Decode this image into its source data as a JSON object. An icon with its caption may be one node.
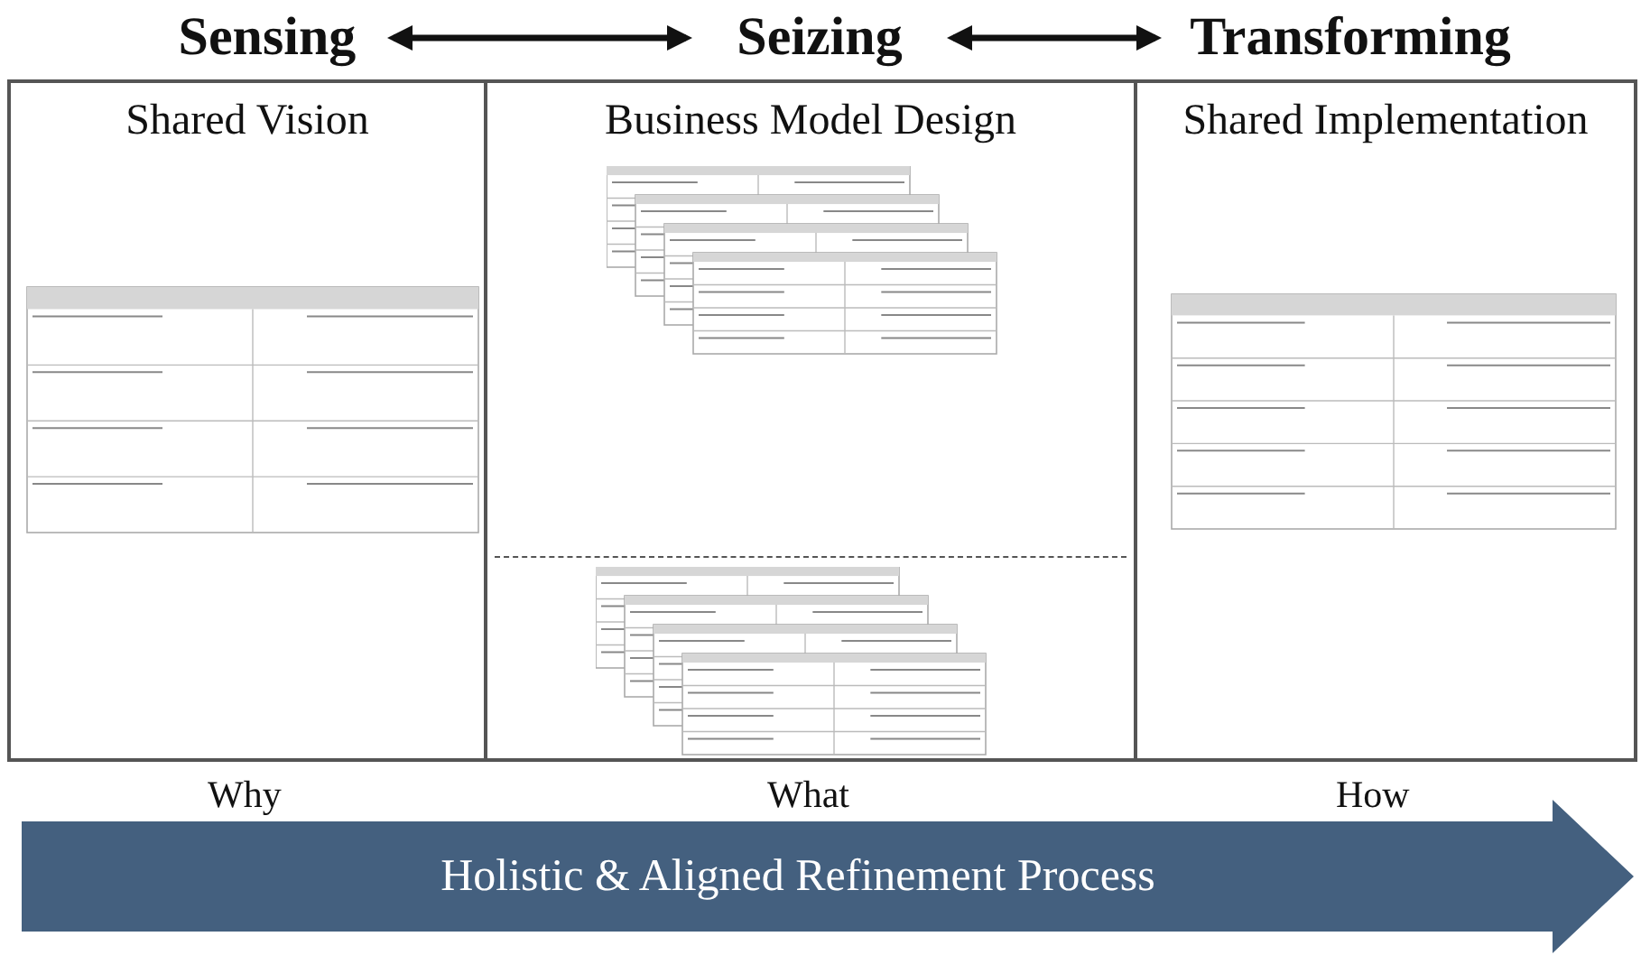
{
  "diagram": {
    "nodes": [
      {
        "text": [
          "Sensing"
        ]
      },
      {
        "text": [
          "Seizing"
        ]
      },
      {
        "text": [
          "Transforming"
        ]
      },
      {
        "text": [
          "Shared Vision"
        ]
      },
      {
        "text": [
          "Business Model Design"
        ]
      },
      {
        "text": [
          "Shared Implementation"
        ]
      },
      {
        "text": [
          "Holistic & Aligned Refinement Process"
        ]
      }
    ],
    "edges": [
      {
        "from": 0,
        "to": 1,
        "arrow": "both"
      },
      {
        "from": 1,
        "to": 2,
        "arrow": "both"
      }
    ],
    "labels": [
      "Why",
      "What",
      "How"
    ]
  }
}
